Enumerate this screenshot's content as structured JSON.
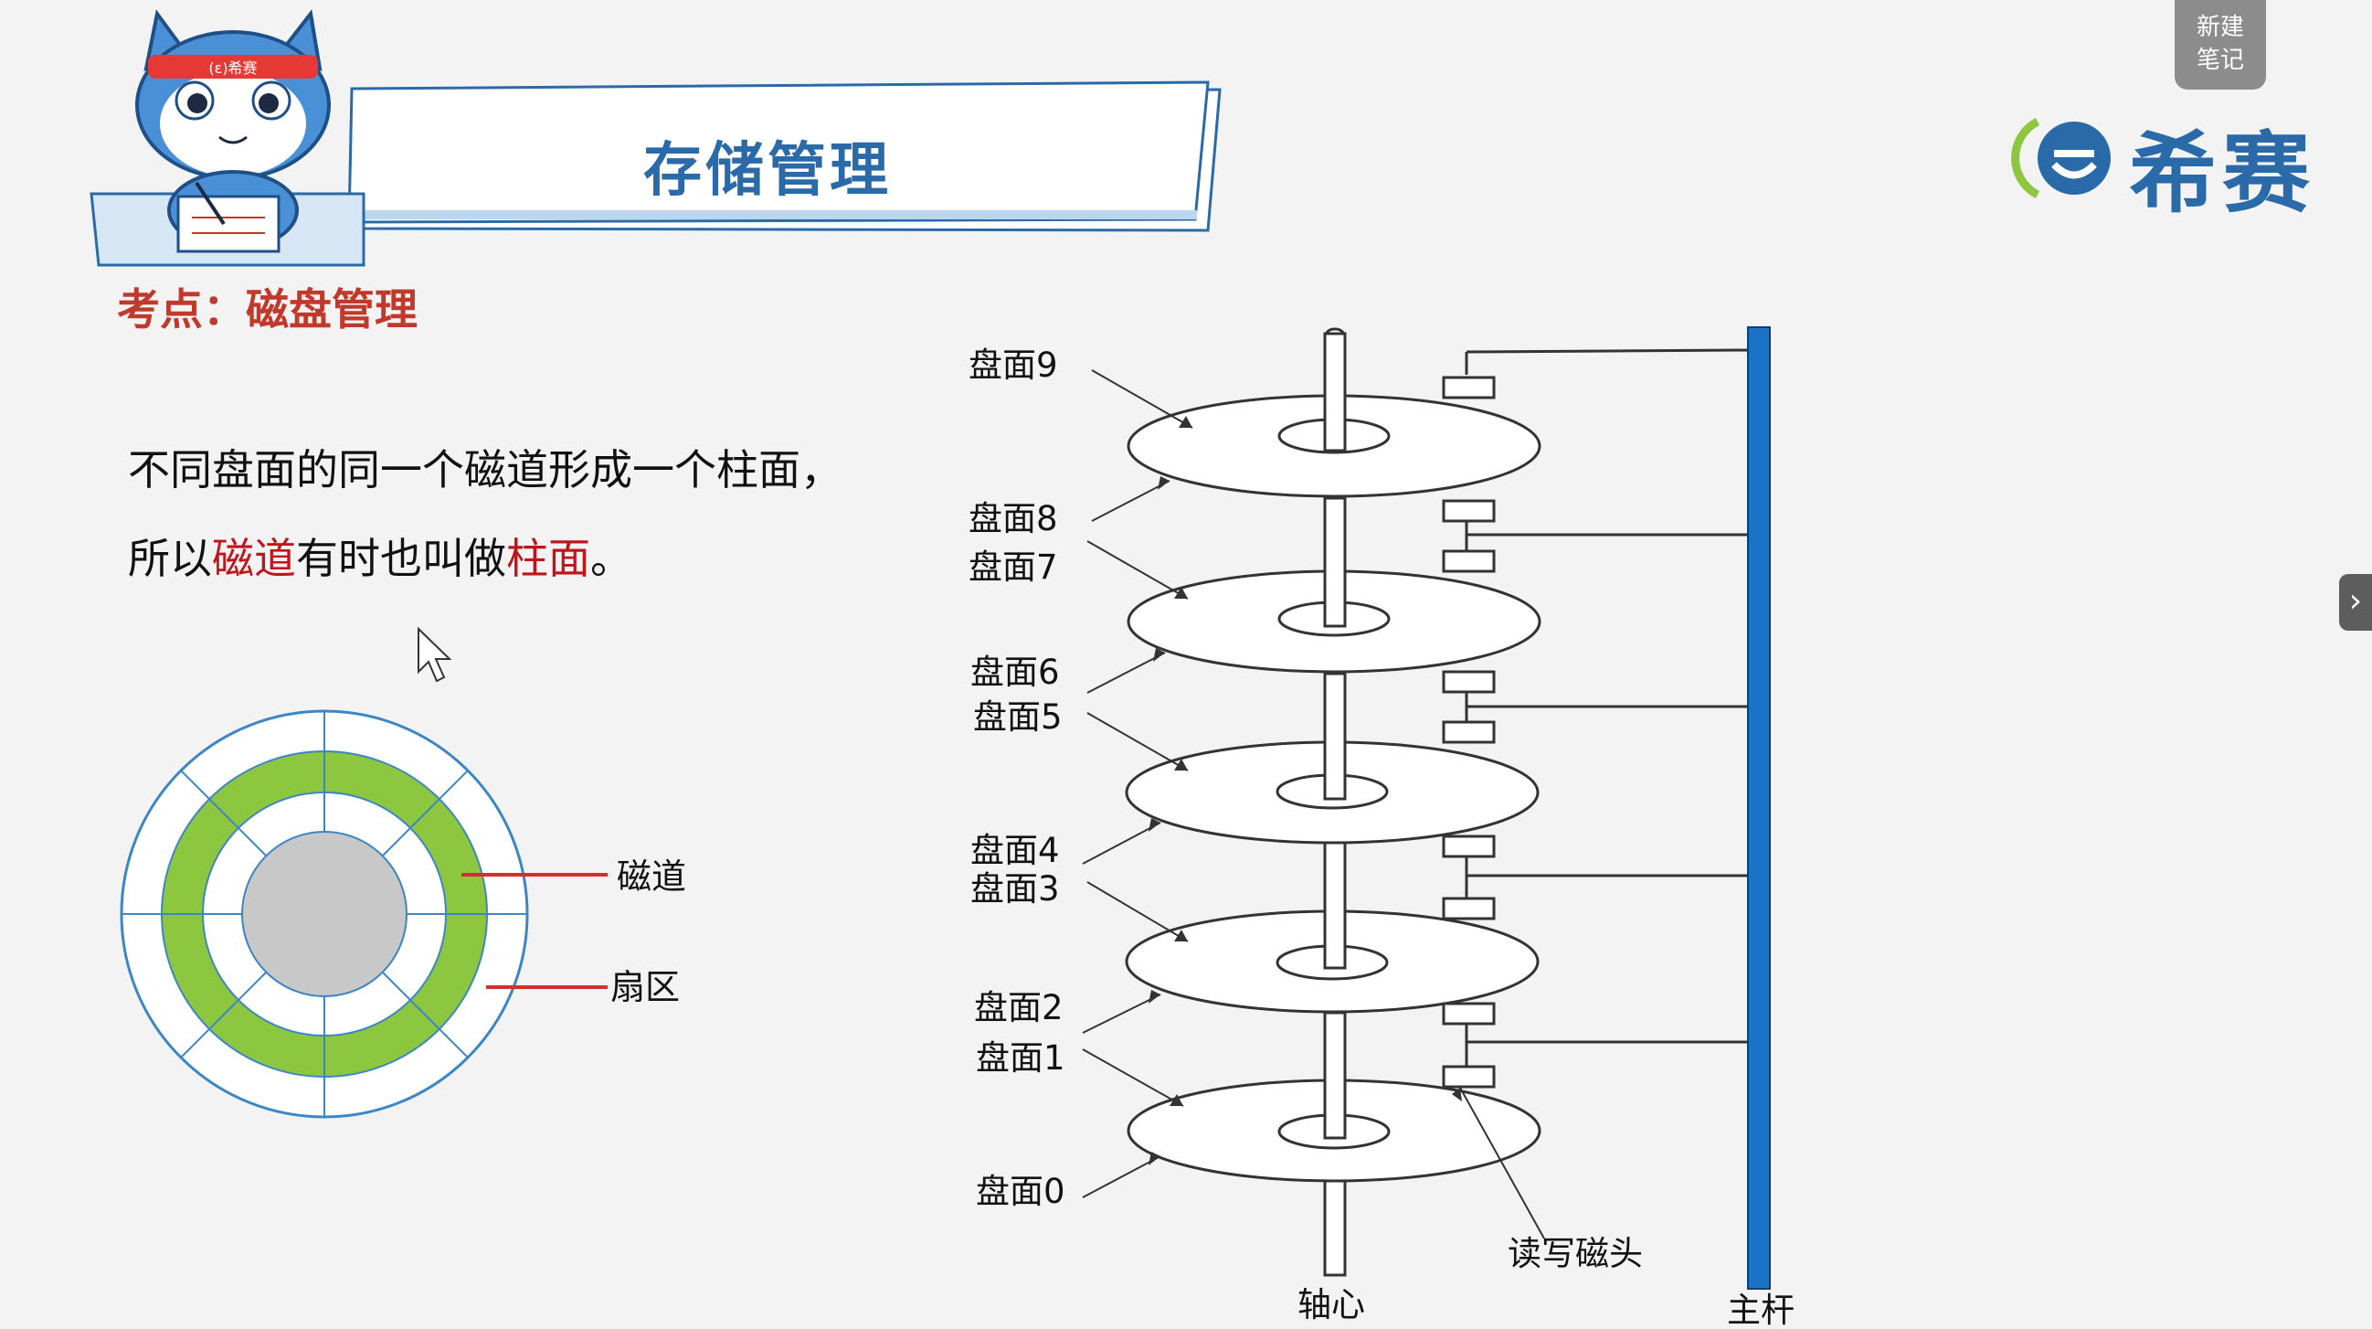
{
  "slide": {
    "title": "存储管理",
    "topic": "考点：磁盘管理",
    "body": {
      "line1": "不同盘面的同一个磁道形成一个柱面，",
      "line2_a": "所以",
      "line2_b": "磁道",
      "line2_c": "有时也叫做",
      "line2_d": "柱面",
      "line2_e": "。"
    },
    "mascot_band": "(ε)希赛"
  },
  "note_button": {
    "line1": "新建",
    "line2": "笔记"
  },
  "logo": {
    "text": "希赛"
  },
  "sector_diagram": {
    "track_label": "磁道",
    "sector_label": "扇区",
    "colors": {
      "track": "#8dc63f",
      "hub": "#c8c8c8",
      "outline": "#3d86c6",
      "label_line": "#d32f2f"
    }
  },
  "stack_diagram": {
    "surface_labels": [
      "盘面9",
      "盘面8",
      "盘面7",
      "盘面6",
      "盘面5",
      "盘面4",
      "盘面3",
      "盘面2",
      "盘面1",
      "盘面0"
    ],
    "spindle_label": "轴心",
    "head_label": "读写磁头",
    "arm_label": "主杆",
    "colors": {
      "arm": "#1a73c7"
    }
  }
}
